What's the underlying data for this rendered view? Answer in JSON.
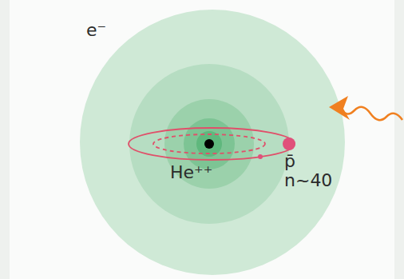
{
  "diagram": {
    "labels": [
      "e⁻",
      "He⁺⁺",
      "p̄",
      "n~40"
    ]
  }
}
